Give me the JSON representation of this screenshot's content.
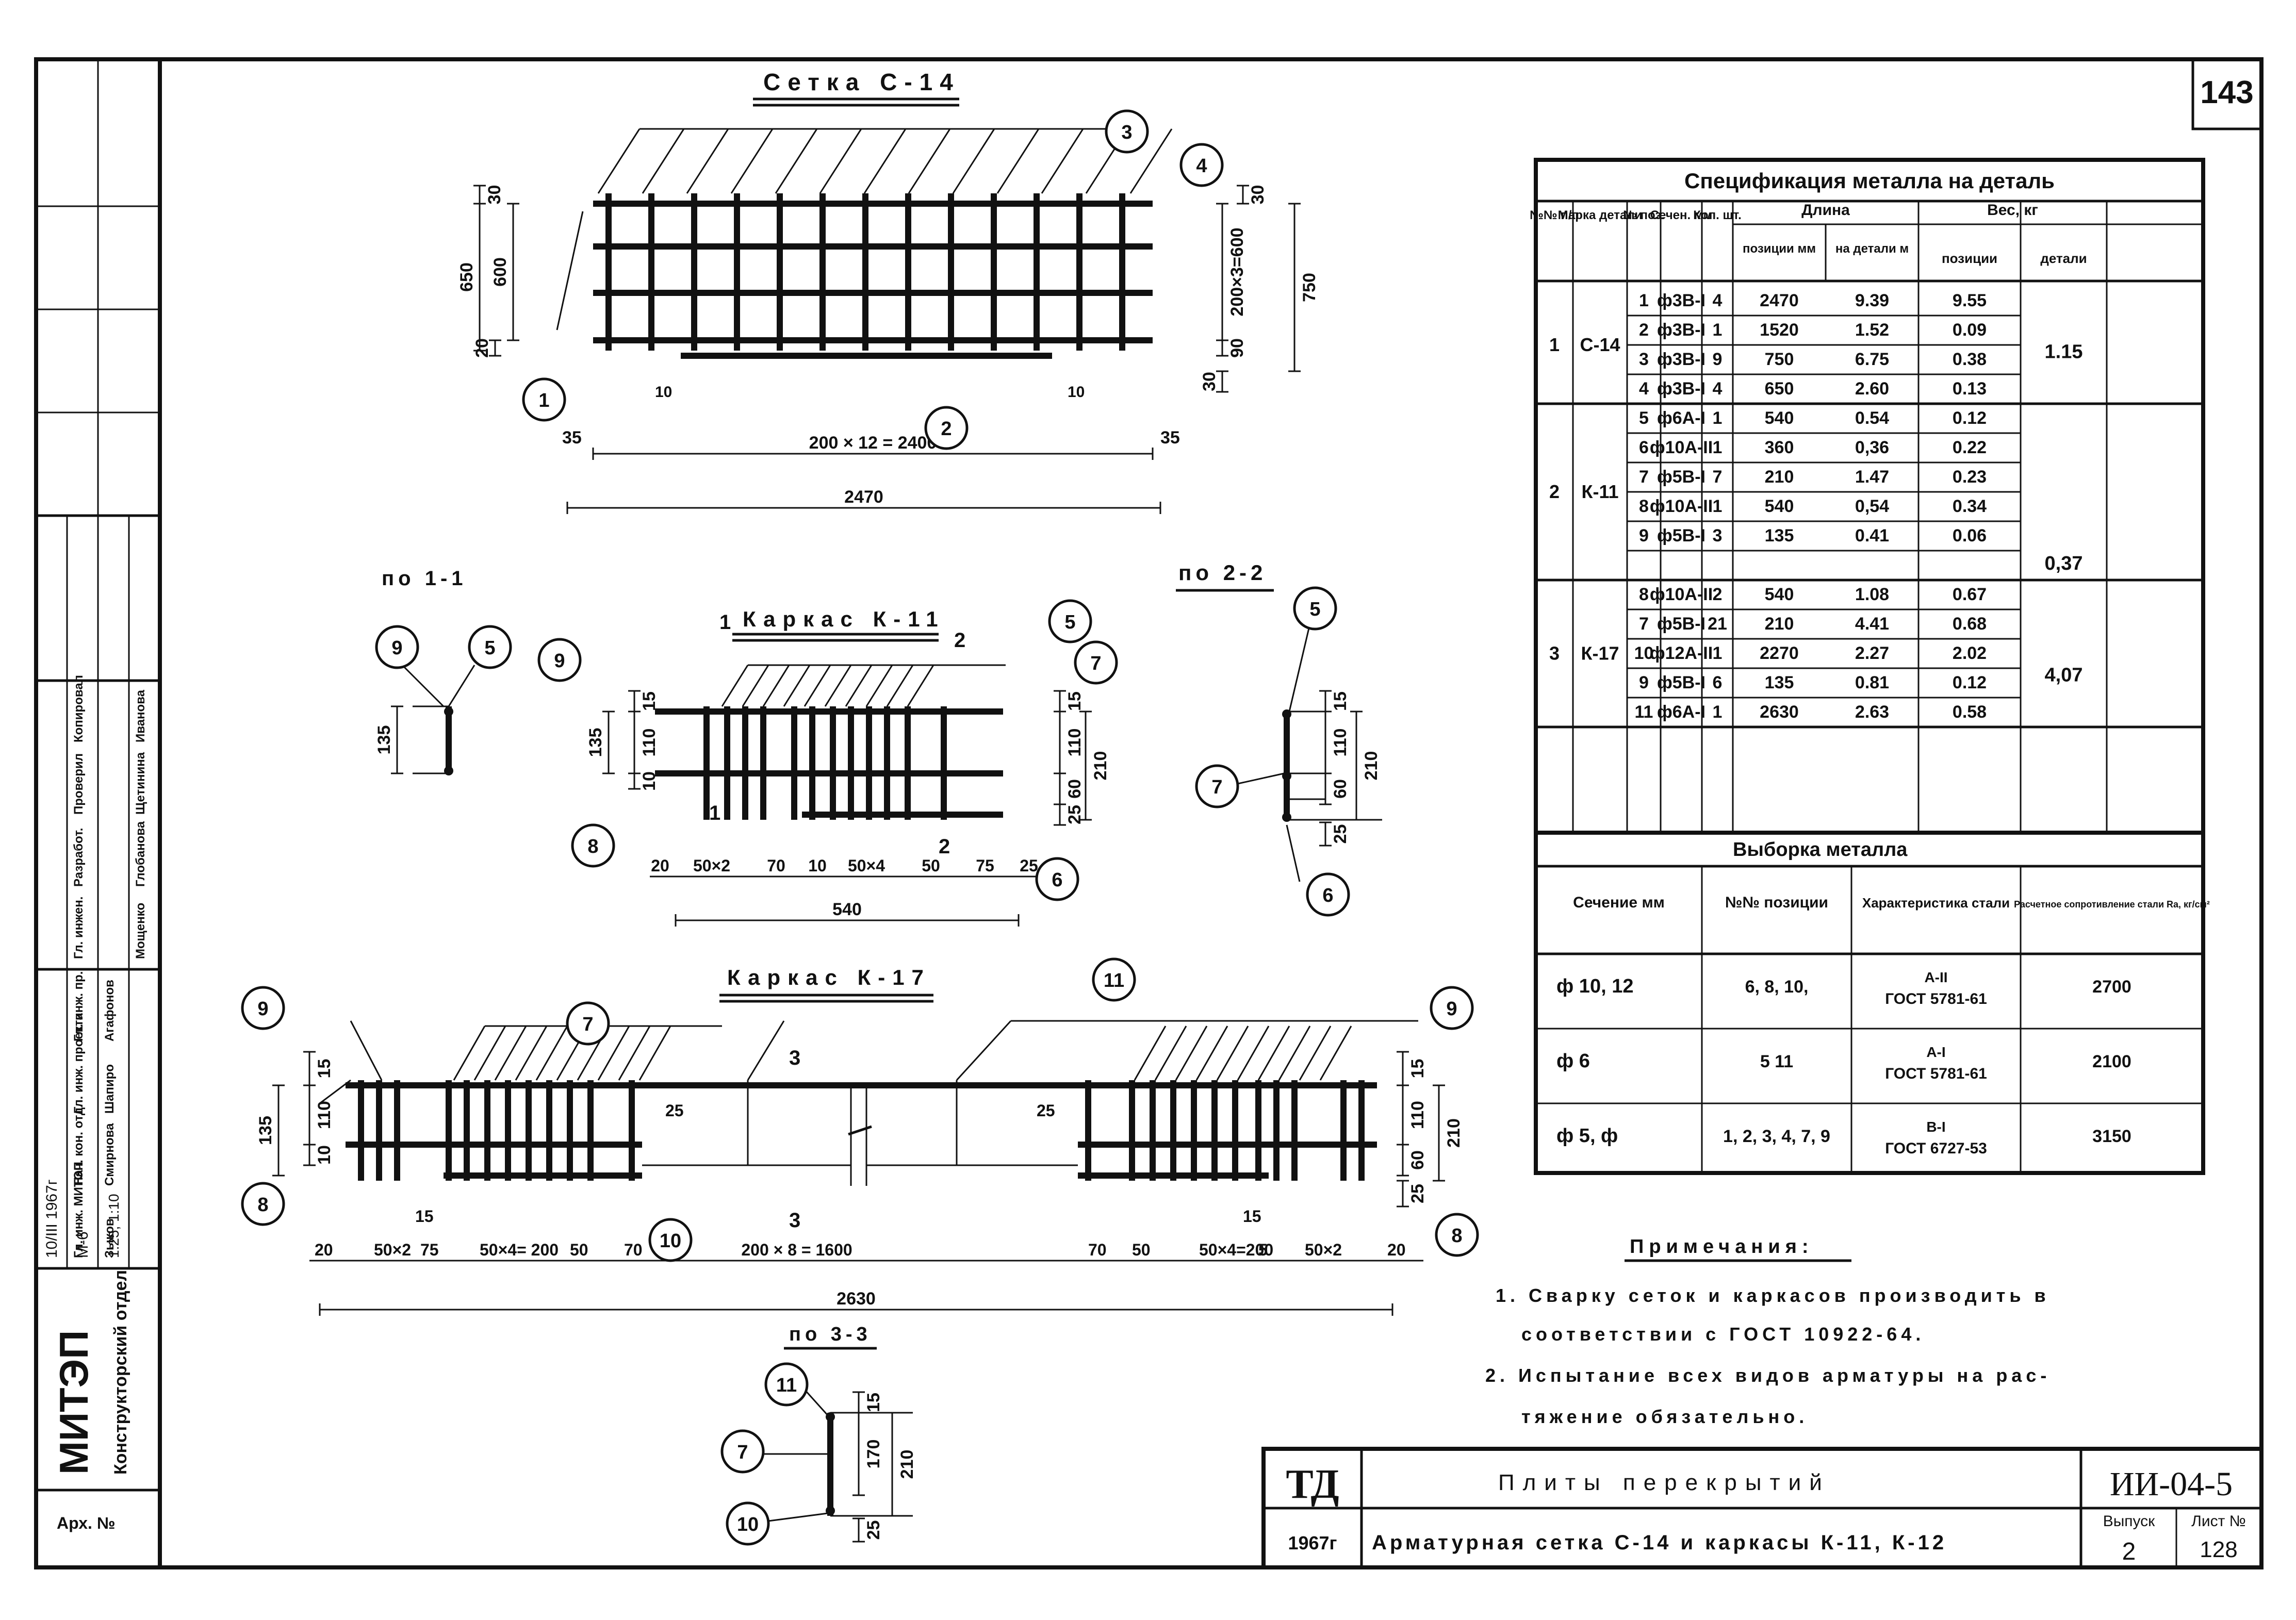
{
  "page_number": "143",
  "titles": {
    "setka": "Сетка С-14",
    "karkas_k11": "Каркас К-11",
    "karkas_k17": "Каркас К-17",
    "section_1_1": "по 1-1",
    "section_2_2": "по 2-2",
    "section_3_3": "по 3-3"
  },
  "setka_dims": {
    "left_30": "30",
    "left_650": "650",
    "left_600": "600",
    "left_20": "20",
    "right_30": "30",
    "right_600": "200×3=600",
    "right_750": "750",
    "right_90": "90",
    "right_30b": "30",
    "bottom_10a": "10",
    "bottom_10b": "10",
    "bottom_35a": "35",
    "bottom_35b": "35",
    "bottom_2400": "200 × 12 = 2400",
    "bottom_2470": "2470"
  },
  "k11_dims": {
    "left_15": "15",
    "left_135": "135",
    "left_110": "110",
    "left_10": "10",
    "right_15": "15",
    "right_110": "110",
    "right_210": "210",
    "right_60": "60",
    "right_25": "25",
    "b_20": "20",
    "b_50x2": "50×2",
    "b_70": "70",
    "b_10": "10",
    "b_50x4": "50×4",
    "b_50": "50",
    "b_75": "75",
    "b_25": "25",
    "b_540": "540",
    "cut_1": "1",
    "cut_2": "2",
    "s11_135": "135",
    "s22_15": "15",
    "s22_110": "110",
    "s22_210": "210",
    "s22_60": "60",
    "s22_25": "25"
  },
  "k17_dims": {
    "left_15": "15",
    "left_135": "135",
    "left_110": "110",
    "left_10": "10",
    "right_15": "15",
    "right_110": "110",
    "right_210": "210",
    "right_60": "60",
    "right_25": "25",
    "mid_25a": "25",
    "mid_25b": "25",
    "mid_15a": "15",
    "mid_15b": "15",
    "b_20a": "20",
    "b_50x2a": "50×2",
    "b_75": "75",
    "b_200a": "50×4= 200",
    "b_50": "50",
    "b_70a": "70",
    "b_1600": "200 × 8 = 1600",
    "b_70b": "70",
    "b_50b": "50",
    "b_200b": "50×4=200",
    "b_5": "5",
    "b_50x2b": "50×2",
    "b_20b": "20",
    "b_2630": "2630",
    "cut_3": "3",
    "s33_15": "15",
    "s33_170": "170",
    "s33_210": "210",
    "s33_25": "25"
  },
  "bubbles": {
    "s_1": "1",
    "s_2": "2",
    "s_3": "3",
    "s_4": "4",
    "k11_9": "9",
    "k11_5": "5",
    "k11_7": "7",
    "k11_8": "8",
    "k11_6": "6",
    "s11_9": "9",
    "s11_5": "5",
    "s22_5": "5",
    "s22_7": "7",
    "s22_6": "6",
    "k17_9a": "9",
    "k17_7": "7",
    "k17_11": "11",
    "k17_9b": "9",
    "k17_8a": "8",
    "k17_10": "10",
    "k17_8b": "8",
    "s33_11": "11",
    "s33_7": "7",
    "s33_10": "10"
  },
  "spec": {
    "title": "Спецификация металла на деталь",
    "h_no": "№№ п/п",
    "h_marka": "Марка детали",
    "h_pos": "№ поз.",
    "h_sech": "Сечен. мм",
    "h_kol": "Кол. шт.",
    "h_dlina": "Длина",
    "h_dl_pos": "позиции мм",
    "h_dl_det": "на детали м",
    "h_ves": "Вес, кг",
    "h_ves_pos": "позиции",
    "h_ves_det": "детали",
    "groups": [
      {
        "no": "1",
        "marka": "С-14",
        "total": "1.15",
        "rows": [
          [
            "1",
            "ф3В-I",
            "4",
            "2470",
            "9.39",
            "9.55"
          ],
          [
            "2",
            "ф3В-I",
            "1",
            "1520",
            "1.52",
            "0.09"
          ],
          [
            "3",
            "ф3В-I",
            "9",
            "750",
            "6.75",
            "0.38"
          ],
          [
            "4",
            "ф3В-I",
            "4",
            "650",
            "2.60",
            "0.13"
          ]
        ]
      },
      {
        "no": "2",
        "marka": "К-11",
        "total": "0,37",
        "rows": [
          [
            "5",
            "ф6А-I",
            "1",
            "540",
            "0.54",
            "0.12"
          ],
          [
            "6",
            "ф10А-II",
            "1",
            "360",
            "0,36",
            "0.22"
          ],
          [
            "7",
            "ф5В-I",
            "7",
            "210",
            "1.47",
            "0.23"
          ],
          [
            "8",
            "ф10А-II",
            "1",
            "540",
            "0,54",
            "0.34"
          ],
          [
            "9",
            "ф5В-I",
            "3",
            "135",
            "0.41",
            "0.06"
          ]
        ]
      },
      {
        "no": "3",
        "marka": "К-17",
        "total": "4,07",
        "rows": [
          [
            "8",
            "ф10А-II",
            "2",
            "540",
            "1.08",
            "0.67"
          ],
          [
            "7",
            "ф5В-I",
            "21",
            "210",
            "4.41",
            "0.68"
          ],
          [
            "10",
            "ф12А-II",
            "1",
            "2270",
            "2.27",
            "2.02"
          ],
          [
            "9",
            "ф5В-I",
            "6",
            "135",
            "0.81",
            "0.12"
          ],
          [
            "11",
            "ф6А-I",
            "1",
            "2630",
            "2.63",
            "0.58"
          ]
        ]
      }
    ]
  },
  "vyborka": {
    "title": "Выборка металла",
    "h_sech": "Сечение мм",
    "h_pos": "№№ позиции",
    "h_har": "Характеристика стали",
    "h_ra": "Расчетное сопротивление стали Ra, кг/см²",
    "rows": [
      {
        "sech": "ф 10, 12",
        "pos": "6, 8, 10,",
        "har1": "А-II",
        "har2": "ГОСТ 5781-61",
        "ra": "2700"
      },
      {
        "sech": "ф 6",
        "pos": "5 11",
        "har1": "А-I",
        "har2": "ГОСТ 5781-61",
        "ra": "2100"
      },
      {
        "sech": "ф 5, ф",
        "pos": "1, 2, 3, 4, 7, 9",
        "har1": "В-I",
        "har2": "ГОСТ 6727-53",
        "ra": "3150"
      }
    ]
  },
  "notes": {
    "title": "Примечания:",
    "n1a": "1. Сварку сеток и каркасов производить в",
    "n1b": "соответствии с ГОСТ 10922-64.",
    "n2a": "2. Испытание всех видов арматуры на рас-",
    "n2b": "тяжение обязательно."
  },
  "stamp": {
    "td": "ТД",
    "year": "1967г",
    "title": "Плиты перекрытий",
    "subtitle": "Арматурная сетка С-14 и каркасы К-11, К-12",
    "code": "ИИ-04-5",
    "vypusk_label": "Выпуск",
    "vypusk": "2",
    "list_label": "Лист №",
    "list": "128"
  },
  "side": {
    "org": "МИТЭП",
    "dept": "Конструкторский отдел",
    "date": "10/III 1967г",
    "stage": "М-6",
    "scale": "1:25; 1:10",
    "arh": "Арх. №",
    "roles": [
      "Гл. инж. МИТЭП",
      "Нач. кон. отд.",
      "Гл. инж. проекта",
      "Гл. инж. пр.",
      "Гл. инжен.",
      "Разработ.",
      "Проверил",
      "Копировал"
    ],
    "names": [
      "Зыков",
      "Смирнова",
      "Шапиро",
      "Агафонов",
      "Мощенко",
      "Глобанова",
      "Щетинина",
      "Иванова"
    ]
  }
}
